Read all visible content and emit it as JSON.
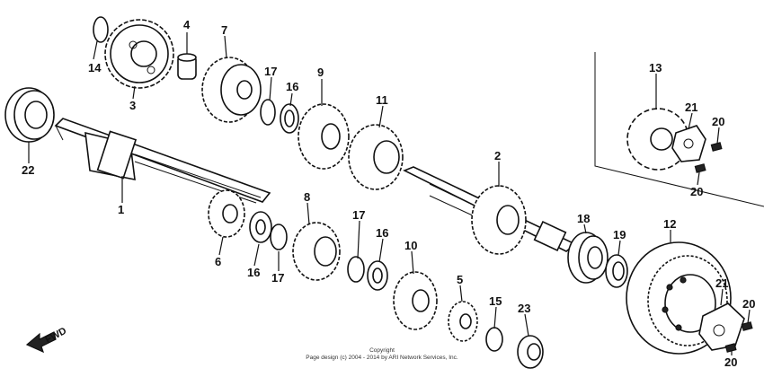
{
  "labels": {
    "p1": "1",
    "p2": "2",
    "p3": "3",
    "p4": "4",
    "p5": "5",
    "p6": "6",
    "p7": "7",
    "p8": "8",
    "p9": "9",
    "p10": "10",
    "p11": "11",
    "p12": "12",
    "p13": "13",
    "p14": "14",
    "p15": "15",
    "p16a": "16",
    "p16b": "16",
    "p16c": "16",
    "p17a": "17",
    "p17b": "17",
    "p17c": "17",
    "p18": "18",
    "p19": "19",
    "p20a": "20",
    "p20b": "20",
    "p20c": "20",
    "p20d": "20",
    "p21a": "21",
    "p21b": "21",
    "p22": "22",
    "p23": "23"
  },
  "fwd": "FWD",
  "copyright": {
    "line1": "Copyright",
    "line2": "Page design (c) 2004 - 2014 by ARI Network Services, Inc."
  }
}
